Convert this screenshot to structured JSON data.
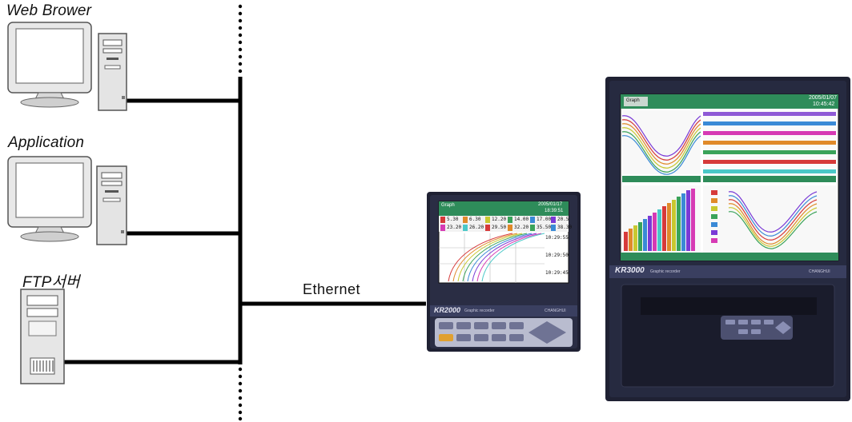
{
  "nodes": {
    "web_browser": {
      "label": "Web Brower"
    },
    "application": {
      "label": "Application"
    },
    "ftp_server": {
      "label": "FTP서버"
    }
  },
  "network": {
    "label": "Ethernet"
  },
  "devices": {
    "small_recorder": {
      "model": "KR2000",
      "subtitle": "Graphic recorder",
      "brand": "CHANGHUI",
      "screen_title": "Graph",
      "screen_date": "2005/01/17",
      "screen_time": "18:39:51",
      "times": [
        "10:29:55",
        "10:29:50",
        "10:29:45"
      ],
      "values": [
        "5.30",
        "6.30",
        "12.20",
        "14.00",
        "17.00",
        "20.5",
        "23.20",
        "26.20",
        "29.50",
        "32.20",
        "35.50",
        "38.30"
      ]
    },
    "large_recorder": {
      "model": "KR3000",
      "subtitle": "Graphic recorder",
      "brand": "CHANGHUI",
      "screen_date": "2005/01/07",
      "screen_time": "10:45:42",
      "screen_tab": "Graph"
    }
  },
  "colors": {
    "line": "#000000",
    "recorder_body": "#1f2133",
    "screen_header": "#2e8c5a",
    "wave_colors": [
      "#d63a3a",
      "#e08a2a",
      "#c8c830",
      "#3aa35a",
      "#3a8ad6",
      "#7a3ad6",
      "#d63ab4",
      "#4ac8c8"
    ]
  }
}
